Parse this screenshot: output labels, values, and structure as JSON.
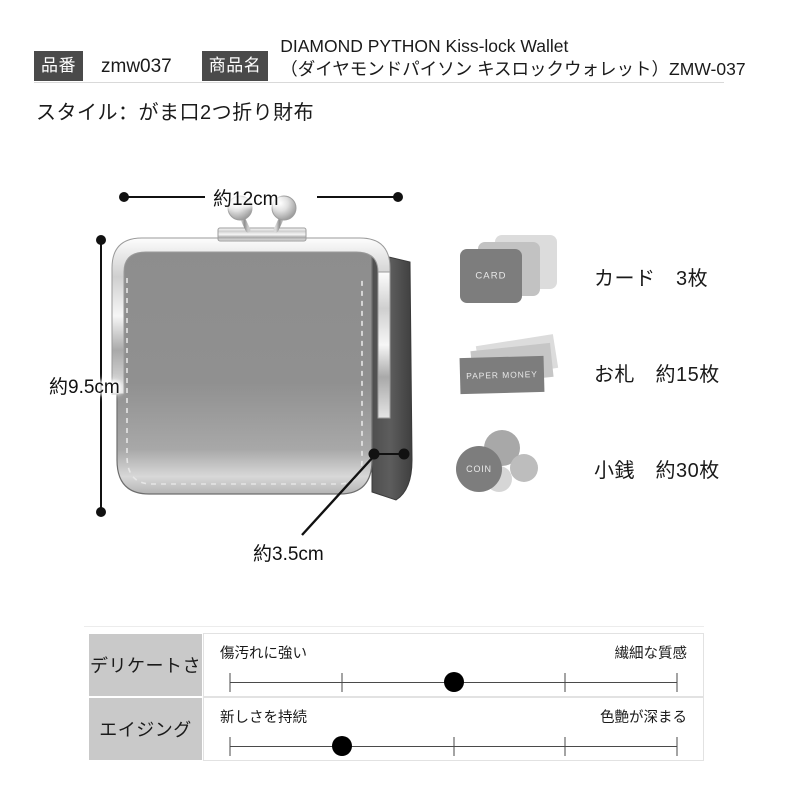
{
  "header": {
    "sku_tag": "品番",
    "sku_value": "zmw037",
    "name_tag": "商品名",
    "product_name_en": "DIAMOND PYTHON Kiss-lock Wallet",
    "product_name_ja": "（ダイヤモンドパイソン キスロックウォレット）ZMW-037"
  },
  "style": {
    "line": "スタイル：がま口2つ折り財布"
  },
  "diagram": {
    "width_label": "約12cm",
    "height_label": "約9.5cm",
    "depth_label": "約3.5cm",
    "alt": "がま口2つ折り財布 外観図"
  },
  "capacity": {
    "rows": [
      {
        "icon": "card-icon",
        "icon_text": "CARD",
        "label": "カード　3枚"
      },
      {
        "icon": "paper-money-icon",
        "icon_text": "PAPER MONEY",
        "label": "お札　約15枚"
      },
      {
        "icon": "coin-icon",
        "icon_text": "COIN",
        "label": "小銭　約30枚"
      }
    ]
  },
  "ratings": {
    "rows": [
      {
        "name": "デリケートさ",
        "left_label": "傷汚れに強い",
        "right_label": "繊細な質感",
        "ticks": 5,
        "value": 3
      },
      {
        "name": "エイジング",
        "left_label": "新しさを持続",
        "right_label": "色艶が深まる",
        "ticks": 5,
        "value": 2
      }
    ]
  },
  "colors": {
    "tag_bg": "#4a4a4a",
    "table_head_bg": "#c9c9c9",
    "icon_dark": "#7d7d7d",
    "marker": "#000000"
  }
}
